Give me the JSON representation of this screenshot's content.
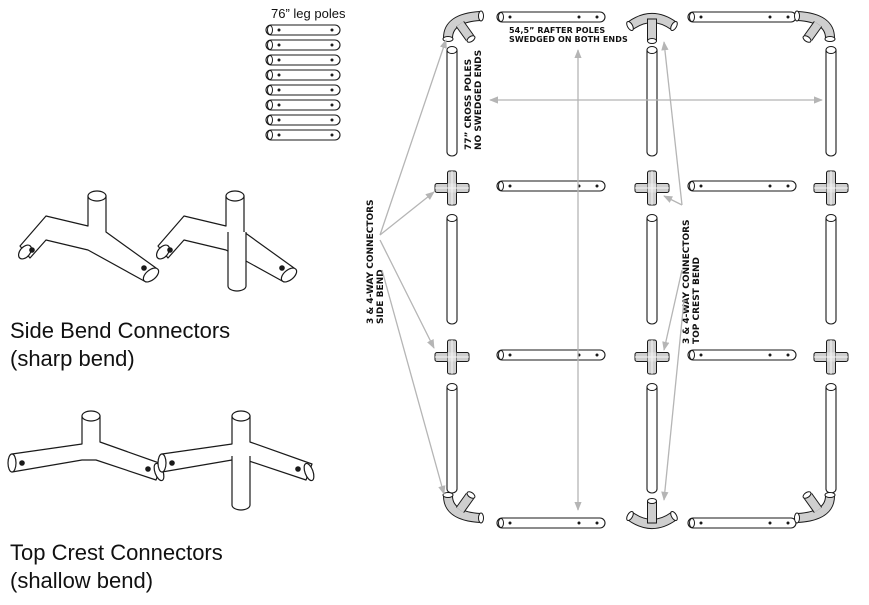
{
  "labels": {
    "leg_poles": "76” leg poles",
    "side_bend_title": "Side Bend Connectors",
    "side_bend_sub": "(sharp bend)",
    "top_crest_title": "Top Crest Connectors",
    "top_crest_sub": "(shallow bend)",
    "rafter_line1": "54,5” RAFTER POLES",
    "rafter_line2": "SWEDGED ON BOTH ENDS",
    "cross_line1": "77” CROSS POLES",
    "cross_line2": "NO SWEDGED ENDS",
    "side_bend_conn_line1": "3 & 4-WAY CONNECTORS",
    "side_bend_conn_line2": "SIDE BEND",
    "top_crest_conn_line1": "3 & 4-WAY CONNECTORS",
    "top_crest_conn_line2": "TOP CREST BEND"
  },
  "colors": {
    "stroke": "#1a1a1a",
    "arrow": "#b5b5b5",
    "part_fill": "#ffffff",
    "connector_fill": "#cfcfcf"
  }
}
